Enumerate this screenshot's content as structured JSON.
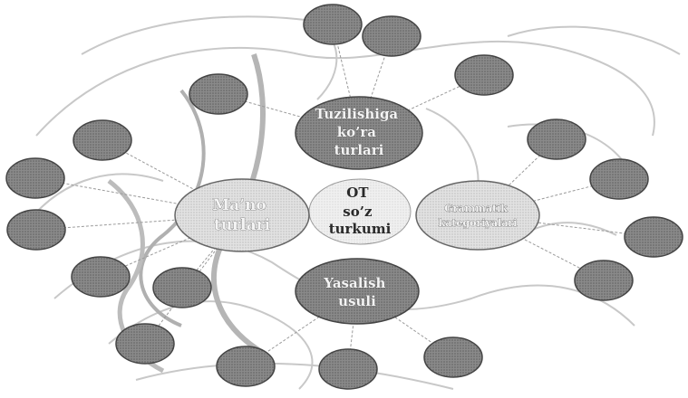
{
  "diagram": {
    "center": {
      "lines": [
        "OT",
        "so’z",
        "turkumi"
      ]
    },
    "hubs": {
      "top": {
        "lines": [
          "Tuzilishiga",
          "ko’ra",
          "turlari"
        ]
      },
      "left": {
        "lines": [
          "Ma’no",
          "turlari"
        ]
      },
      "right": {
        "lines": [
          "Grammatik",
          "kategoriyalari"
        ]
      },
      "bottom": {
        "lines": [
          "Yasalish",
          "usuli"
        ]
      }
    },
    "empty_nodes_count": 17,
    "colors": {
      "light_fill": "#d9d9d9",
      "dark_fill": "#8a8a8a",
      "outline": "#444444",
      "connector": "#9a9a9a"
    }
  }
}
